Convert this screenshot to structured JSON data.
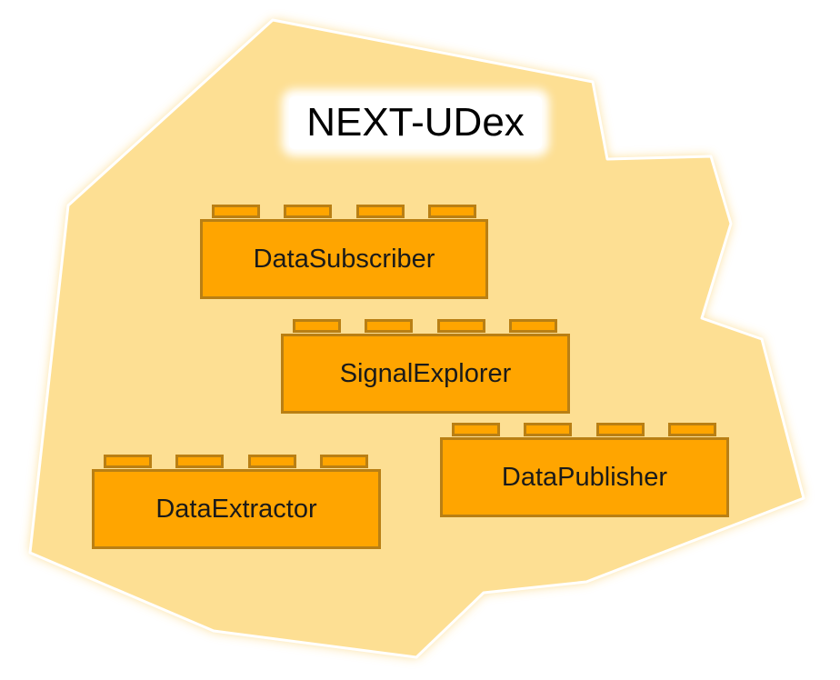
{
  "diagram": {
    "title": "NEXT-UDex",
    "region_fill": "#fddf93",
    "region_stroke": "#ffffff",
    "brick_fill": "#ffa500",
    "brick_border": "#b97f14",
    "blocks": [
      {
        "label": "DataSubscriber"
      },
      {
        "label": "SignalExplorer"
      },
      {
        "label": "DataPublisher"
      },
      {
        "label": "DataExtractor"
      }
    ]
  }
}
